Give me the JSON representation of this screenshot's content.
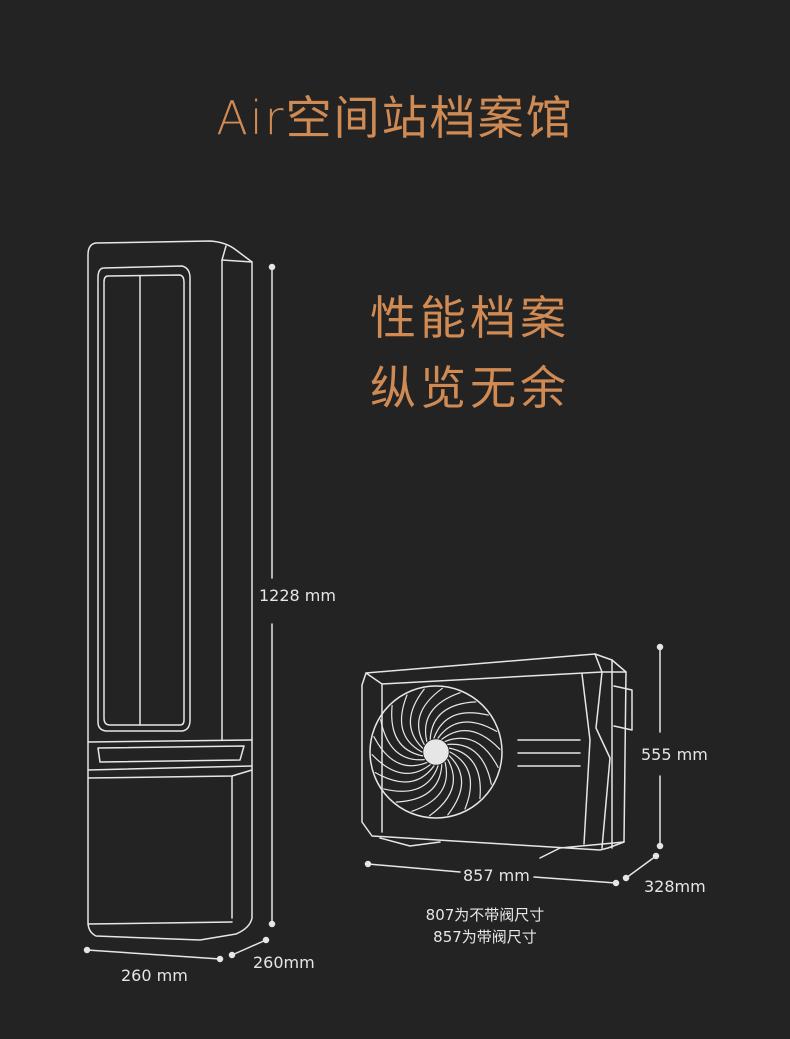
{
  "title": "Air空间站档案馆",
  "slogan": {
    "line1": "性能档案",
    "line2": "纵览无余"
  },
  "indoor_unit": {
    "height_label": "1228 mm",
    "width_label": "260 mm",
    "depth_label": "260mm"
  },
  "outdoor_unit": {
    "height_label": "555 mm",
    "width_label": "857 mm",
    "depth_label": "328mm",
    "note_line1": "807为不带阀尺寸",
    "note_line2": "857为带阀尺寸"
  },
  "colors": {
    "accent": "#d08a53",
    "background": "#232323",
    "line": "#e6e6e6"
  }
}
